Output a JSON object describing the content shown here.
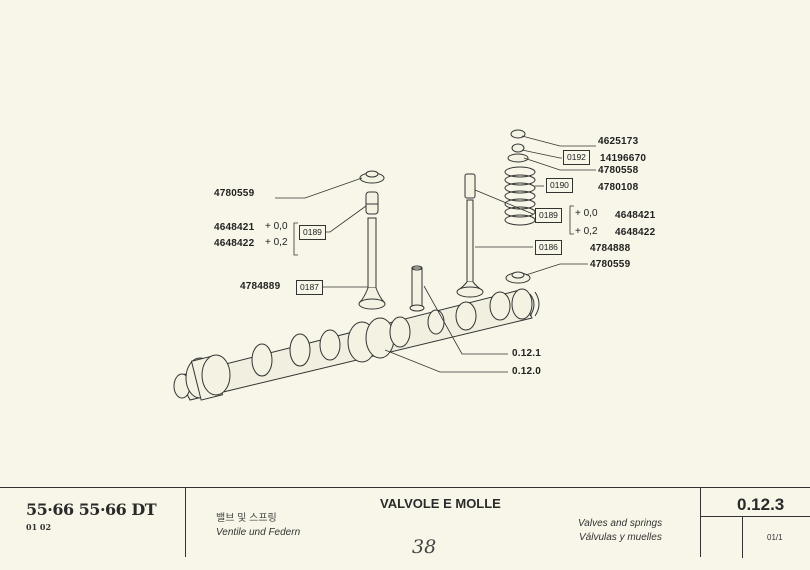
{
  "callouts": {
    "right_group": {
      "part_4625173": "4625173",
      "part_14196670": "14196670",
      "part_4780558": "4780558",
      "part_4780108": "4780108",
      "tol_plus_0": "+ 0,0",
      "part_4648421": "4648421",
      "tol_plus_02": "+ 0,2",
      "part_4648422": "4648422",
      "part_4784888": "4784888",
      "part_4780559": "4780559",
      "ref_0192": "0192",
      "ref_0190": "0190",
      "ref_0189": "0189",
      "ref_0186": "0186"
    },
    "left_group": {
      "part_4780559": "4780559",
      "part_4648421": "4648421",
      "tol_plus_0": "+ 0,0",
      "part_4648422": "4648422",
      "tol_plus_02": "+ 0,2",
      "ref_0189": "0189",
      "part_4784889": "4784889",
      "ref_0187": "0187"
    },
    "camshaft": {
      "ref_0121": "0.12.1",
      "ref_0120": "0.12.0"
    }
  },
  "footer": {
    "model": "55·66  55·66 DT",
    "model_sub": "01 02",
    "korean": "밸브 및 스프링",
    "german": "Ventile und Federn",
    "title": "VALVOLE E MOLLE",
    "english": "Valves and springs",
    "spanish": "Válvulas y muelles",
    "handwritten": "38",
    "section": "0.12.3",
    "page_ref": "01/1"
  },
  "colors": {
    "paper": "#f8f6e8",
    "ink": "#222222"
  }
}
